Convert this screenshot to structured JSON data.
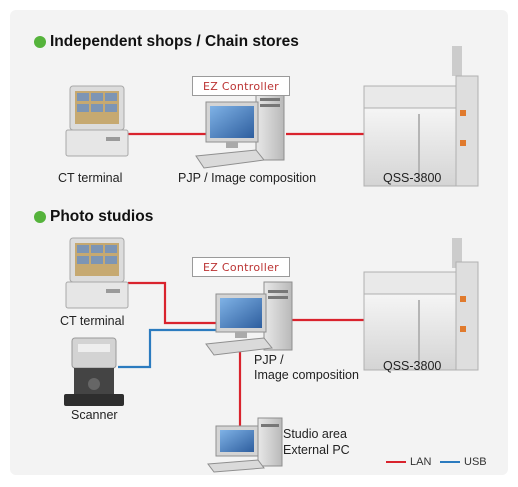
{
  "colors": {
    "lan": "#d9232d",
    "usb": "#2b7bbf",
    "bullet": "#55b33b"
  },
  "section1": {
    "title": "Independent shops / Chain stores",
    "ct_label": "CT terminal",
    "pc_label": "PJP / Image composition",
    "printer_label": "QSS-3800",
    "software": "EZ Controller"
  },
  "section2": {
    "title": "Photo studios",
    "ct_label": "CT terminal",
    "scanner_label": "Scanner",
    "pc_label_line1": "PJP /",
    "pc_label_line2": "Image composition",
    "printer_label": "QSS-3800",
    "software": "EZ Controller",
    "external_line1": "Studio area",
    "external_line2": "External PC"
  },
  "legend": {
    "lan": "LAN",
    "usb": "USB"
  }
}
